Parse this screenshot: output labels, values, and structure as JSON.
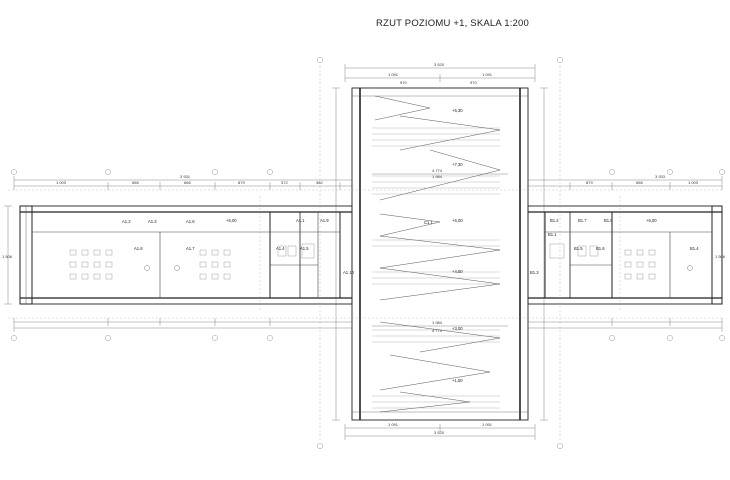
{
  "title": "RZUT POZIOMU +1, SKALA 1:200",
  "dims": {
    "top_total": "3 520",
    "top_a": "1 091",
    "top_b": "1 091",
    "top_c": "970",
    "top_d": "970",
    "bottom_total": "3 520",
    "bottom_a": "1 091",
    "bottom_b": "1 091",
    "left_total": "3 931",
    "left_a": "1 003",
    "left_b": "666",
    "left_c": "666",
    "left_d": "879",
    "left_e": "372",
    "left_f": "382",
    "right_total": "3 933",
    "right_a": "1 003",
    "right_b": "666",
    "right_c": "879",
    "mid_a": "4 774",
    "mid_b": "1 984",
    "mid_c": "4 774",
    "mid_d": "1 984",
    "side_a": "1 506",
    "side_b": "1 506"
  },
  "levels": {
    "l1": "+5,30",
    "l2": "+7,30",
    "l3": "+6,00",
    "l4": "+4,50",
    "l5": "+3,00",
    "l6": "+1,50",
    "l7": "+6,00",
    "l8": "+6,00"
  },
  "rooms": {
    "a12": "A1.2",
    "a13": "A1.3",
    "a16": "A1.6",
    "a17": "A1.7",
    "a18": "A1.8",
    "a14": "A1.4",
    "a15": "A1.5",
    "a11": "A1.1",
    "a19": "A1.9",
    "a110": "A1.10",
    "c11": "C1.1",
    "b13": "B1.3",
    "b12": "B1.2",
    "b17": "B1.7",
    "b15": "B1.5",
    "b16": "B1.6",
    "b18": "B1.8",
    "b11": "B1.1",
    "b14": "B1.4"
  }
}
